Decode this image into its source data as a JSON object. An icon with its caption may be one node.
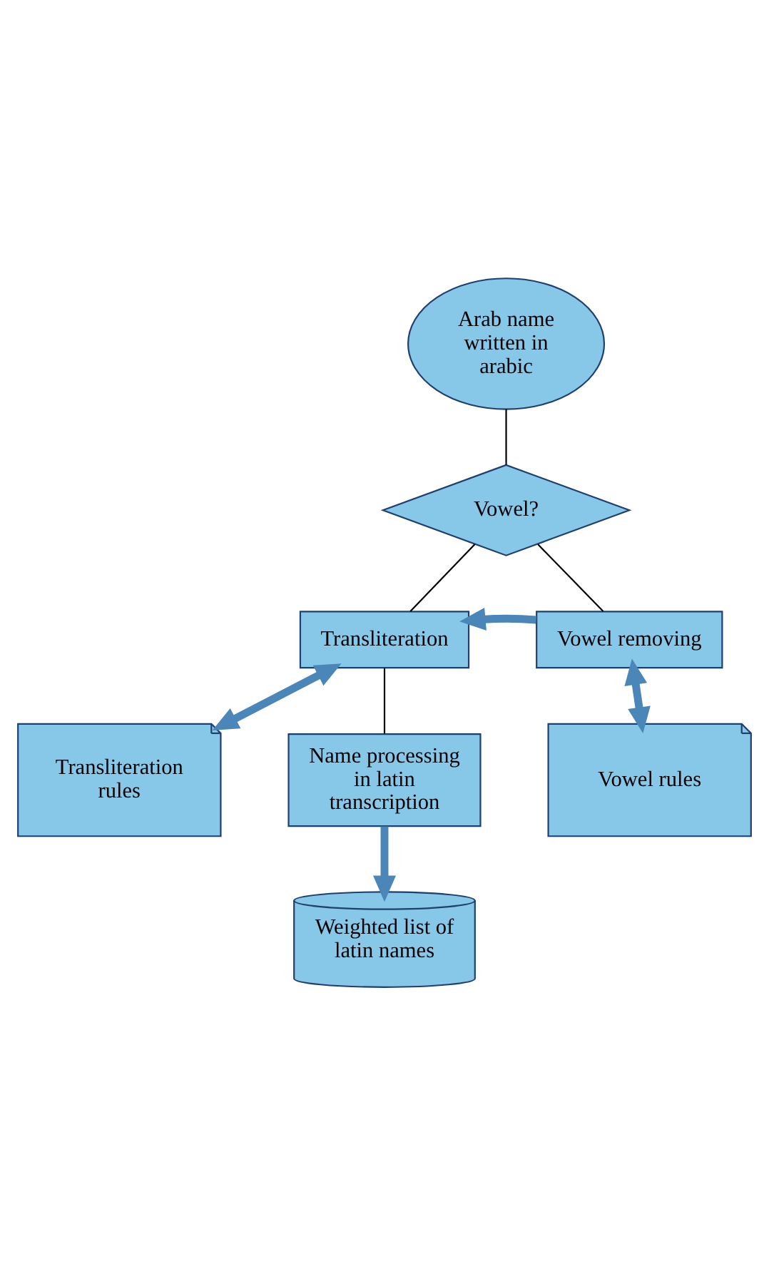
{
  "diagram": {
    "nodes": [
      {
        "text": [
          "Arab name written in arabic"
        ]
      },
      {
        "text": [
          "Vowel?"
        ]
      },
      {
        "text": [
          "Transliteration"
        ]
      },
      {
        "text": [
          "Vowel removing"
        ]
      },
      {
        "text": [
          "Transliteration rules"
        ]
      },
      {
        "text": [
          "Vowel rules"
        ]
      },
      {
        "text": [
          "Name processing in latin transcription"
        ]
      },
      {
        "text": [
          "Weighted list of latin names"
        ]
      }
    ],
    "edges": [
      {
        "from": 0,
        "to": 1,
        "arrow": "none"
      },
      {
        "from": 1,
        "to": 2,
        "arrow": "none"
      },
      {
        "from": 1,
        "to": 3,
        "arrow": "none"
      },
      {
        "from": 3,
        "to": 2,
        "arrow": "to",
        "style": "thick",
        "color": "#4a86b8"
      },
      {
        "from": 2,
        "to": 4,
        "arrow": "both",
        "style": "thick",
        "color": "#4a86b8"
      },
      {
        "from": 3,
        "to": 5,
        "arrow": "both",
        "style": "thick",
        "color": "#4a86b8"
      },
      {
        "from": 2,
        "to": 6,
        "arrow": "none"
      },
      {
        "from": 6,
        "to": 7,
        "arrow": "to",
        "style": "thick",
        "color": "#4a86b8"
      }
    ]
  }
}
